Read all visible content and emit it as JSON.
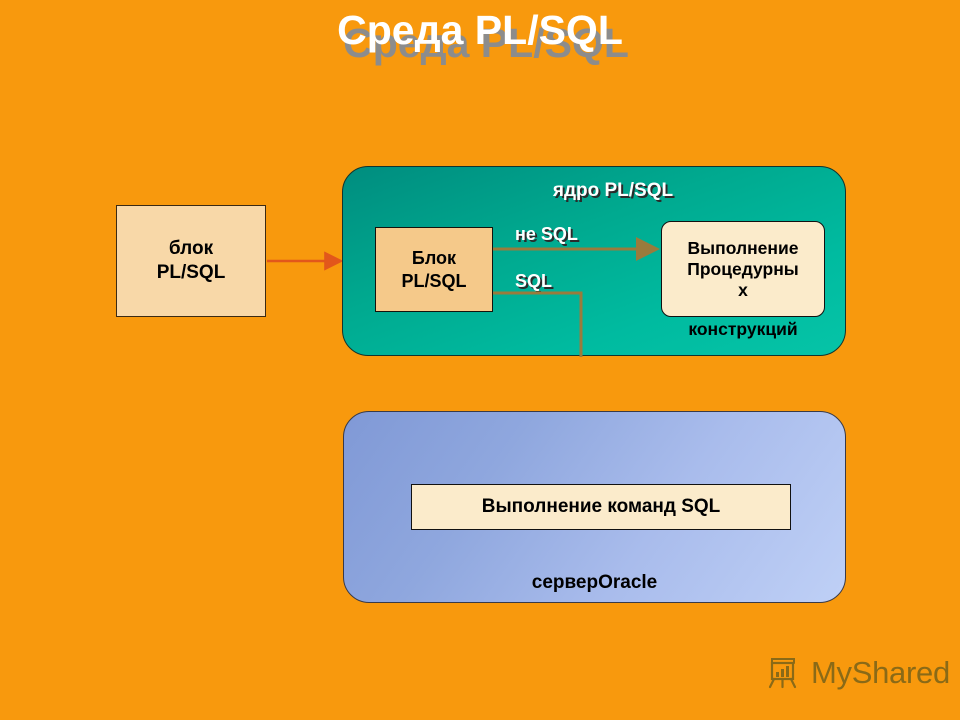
{
  "slide": {
    "title": "Среда PL/SQL",
    "background_color": "#F8990D",
    "title_color": "#FFFFFF",
    "title_shadow_color": "#8C8C8C"
  },
  "nodes": {
    "left_block": {
      "line1": "блок",
      "line2": "PL/SQL",
      "fill": "#F8D8A8",
      "border": "#3B2A13"
    },
    "kernel": {
      "label": "ядро PL/SQL",
      "fill_from": "#008D7F",
      "fill_to": "#06C4A7"
    },
    "inner_block": {
      "line1": "Блок",
      "line2": "PL/SQL",
      "fill": "#F5C98A"
    },
    "procedural": {
      "line1": "Выполнение",
      "line2": "Процедурны",
      "line3": "х",
      "tail": "конструкций",
      "fill": "#FBEBCB"
    },
    "server": {
      "label": "серверOracle",
      "fill_from": "#8AA3DC",
      "fill_to": "#B9CBF2"
    },
    "sql_exec": {
      "label": "Выполнение команд SQL",
      "fill": "#FBEBCB"
    }
  },
  "edges": {
    "entry_arrow_color": "#E2571B",
    "not_sql_label": "не SQL",
    "sql_label": "SQL",
    "internal_arrow_color": "#9A7B3C",
    "down_arrow_color": "#DB5C2B"
  },
  "footer": {
    "brand": "MyShared",
    "brand_color": "#8A6A17",
    "icon": "easel-chart-icon"
  },
  "chart_data": {
    "type": "diagram",
    "title": "Среда PL/SQL",
    "nodes": [
      {
        "id": "left_block",
        "label": "блок PL/SQL"
      },
      {
        "id": "kernel",
        "label": "ядро PL/SQL"
      },
      {
        "id": "inner_block",
        "label": "Блок PL/SQL"
      },
      {
        "id": "procedural",
        "label": "Выполнение Процедурных конструкций"
      },
      {
        "id": "sql_exec",
        "label": "Выполнение команд SQL"
      },
      {
        "id": "server",
        "label": "серверOracle"
      }
    ],
    "edges": [
      {
        "from": "left_block",
        "to": "kernel",
        "label": ""
      },
      {
        "from": "inner_block",
        "to": "procedural",
        "label": "не SQL"
      },
      {
        "from": "inner_block",
        "to": "sql_exec",
        "label": "SQL"
      }
    ]
  }
}
